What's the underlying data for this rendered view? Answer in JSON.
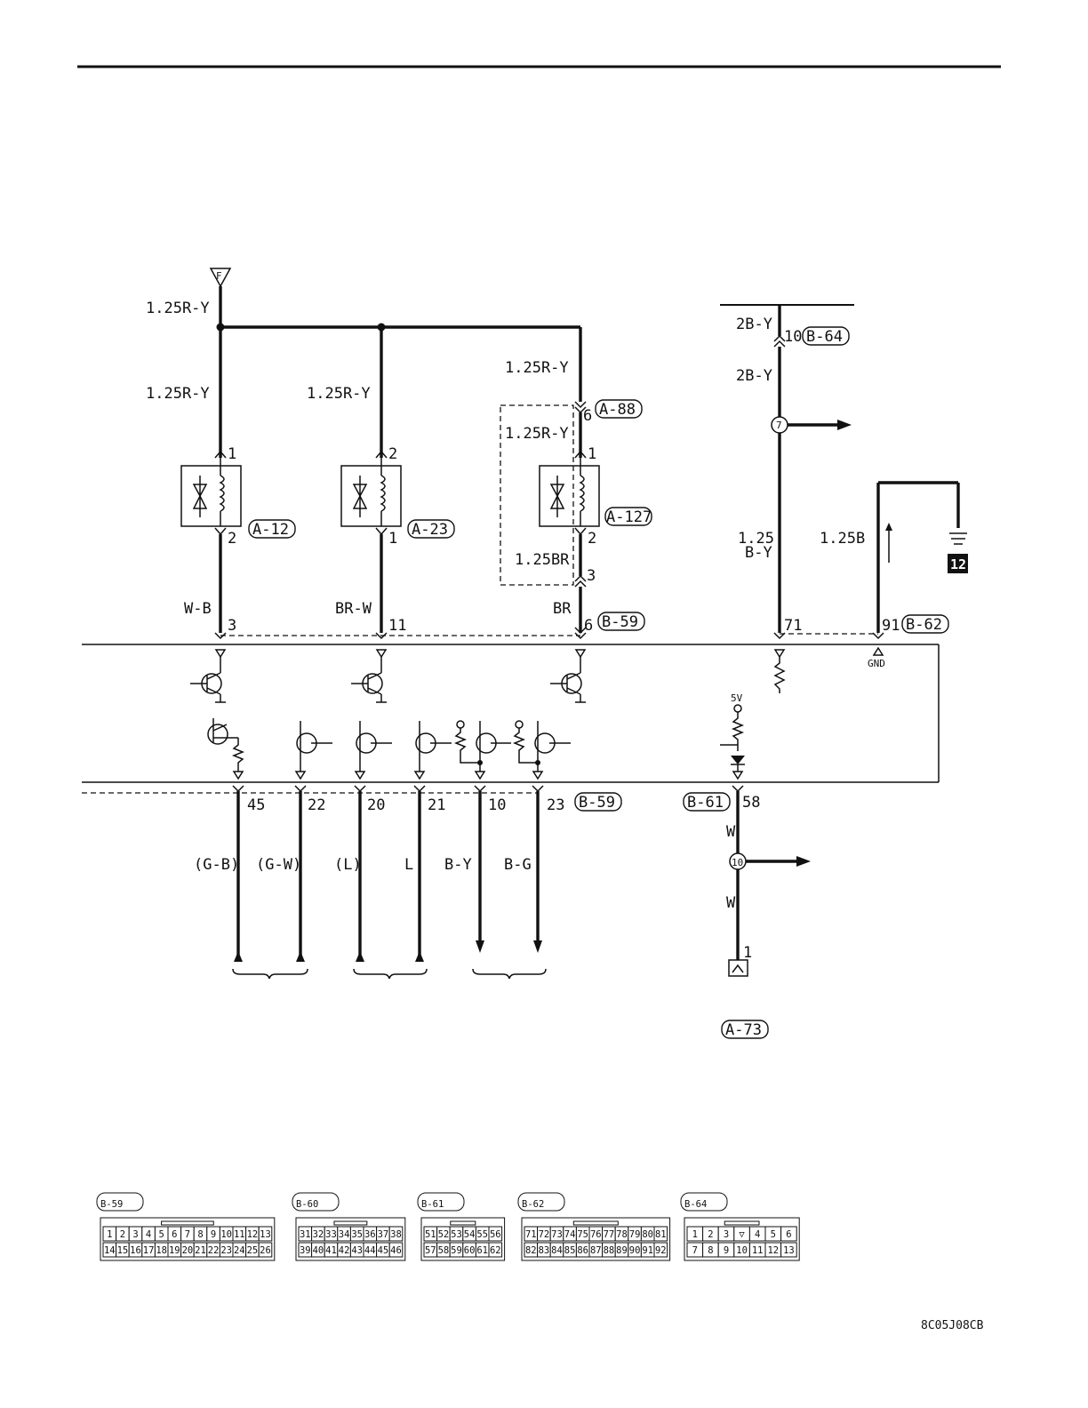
{
  "power": {
    "source_symbol": "F"
  },
  "wires": {
    "top_left": "1.25R-Y",
    "feed_1": "1.25R-Y",
    "feed_2": "1.25R-Y",
    "feed_3": "1.25R-Y",
    "inside_a88": "1.25R-Y",
    "a127_out": "1.25BR",
    "out_1": "W-B",
    "out_2": "BR-W",
    "out_3": "BR",
    "top_right_1": "2B-Y",
    "top_right_2": "2B-Y",
    "right_main": "1.25\nB-Y",
    "ground_wire": "1.25B",
    "bottom": [
      "(G-B)",
      "(G-W)",
      "(L)",
      "L",
      "B-Y",
      "B-G"
    ],
    "w_upper": "W",
    "w_lower": "W"
  },
  "connectors": {
    "a12": "A-12",
    "a23": "A-23",
    "a127": "A-127",
    "a88": "A-88",
    "b59_top": "B-59",
    "b59_bottom": "B-59",
    "b64": "B-64",
    "b62": "B-62",
    "b61": "B-61",
    "a73": "A-73"
  },
  "pins": {
    "a12_in": "1",
    "a12_out": "2",
    "a23_in": "2",
    "a23_out": "1",
    "a127_in": "1",
    "a127_out": "2",
    "a88_pin": "6",
    "a127_pin3": "3",
    "ecu_top": [
      "3",
      "11",
      "6",
      "71",
      "91"
    ],
    "b64_pin": "10",
    "ecu_bottom": [
      "45",
      "22",
      "20",
      "21",
      "10",
      "23"
    ],
    "b61_pin": "58",
    "a73_pin": "1"
  },
  "markers": {
    "junction_7": "7",
    "junction_10": "10",
    "ground_ref": "12"
  },
  "ecu_labels": {
    "gnd": "GND",
    "v5": "5V"
  },
  "connector_faces": [
    {
      "name": "B-59",
      "rows": [
        [
          "1",
          "2",
          "3",
          "4",
          "5",
          "6",
          "7",
          "8",
          "9",
          "10",
          "11",
          "12",
          "13"
        ],
        [
          "14",
          "15",
          "16",
          "17",
          "18",
          "19",
          "20",
          "21",
          "22",
          "23",
          "24",
          "25",
          "26"
        ]
      ]
    },
    {
      "name": "B-60",
      "rows": [
        [
          "31",
          "32",
          "33",
          "34",
          "35",
          "36",
          "37",
          "38"
        ],
        [
          "39",
          "40",
          "41",
          "42",
          "43",
          "44",
          "45",
          "46"
        ]
      ]
    },
    {
      "name": "B-61",
      "rows": [
        [
          "51",
          "52",
          "53",
          "54",
          "55",
          "56"
        ],
        [
          "57",
          "58",
          "59",
          "60",
          "61",
          "62"
        ]
      ]
    },
    {
      "name": "B-62",
      "rows": [
        [
          "71",
          "72",
          "73",
          "74",
          "75",
          "76",
          "77",
          "78",
          "79",
          "80",
          "81"
        ],
        [
          "82",
          "83",
          "84",
          "85",
          "86",
          "87",
          "88",
          "89",
          "90",
          "91",
          "92"
        ]
      ]
    },
    {
      "name": "B-64",
      "rows": [
        [
          "1",
          "2",
          "3",
          "▽",
          "4",
          "5",
          "6"
        ],
        [
          "7",
          "8",
          "9",
          "10",
          "11",
          "12",
          "13"
        ]
      ]
    }
  ],
  "figure_code": "8C05J08CB"
}
